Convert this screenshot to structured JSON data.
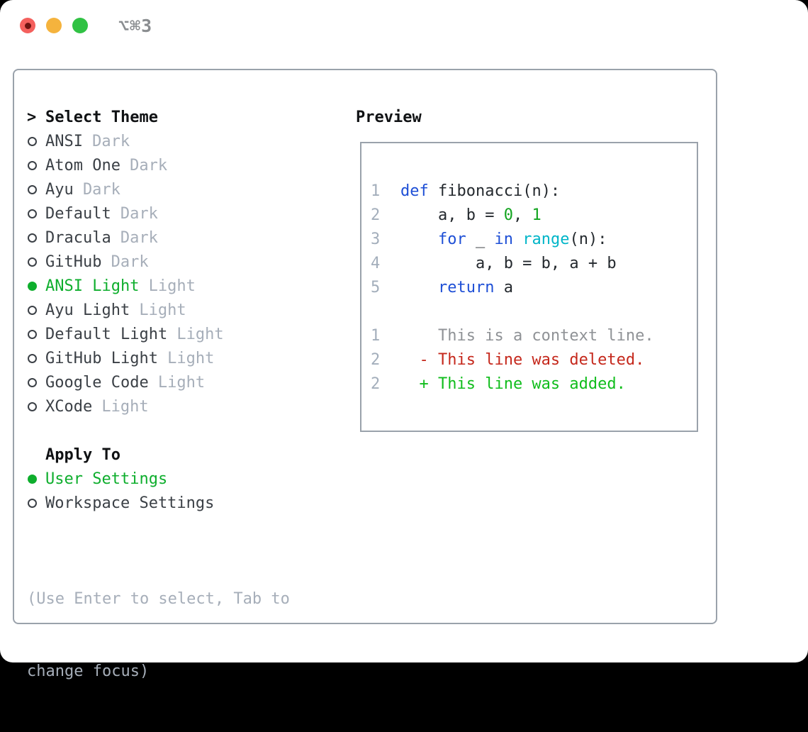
{
  "titlebar": {
    "shortcut": "⌥⌘3",
    "buttons": [
      "close",
      "minimize",
      "zoom"
    ]
  },
  "colors": {
    "plain": "#24292e",
    "keyword": "#1e4fd6",
    "builtin": "#00b5c8",
    "number": "#12a41f",
    "line_number": "#a3aebb",
    "context": "#8f9296",
    "deleted": "#c5281c",
    "added": "#10bd1c",
    "selected_green": "#0eae2d",
    "muted_gray": "#a6aeb9",
    "text_dark": "#3b4046",
    "heading": "#101214",
    "border": "#9aa2ab",
    "light_red": "#f4605d",
    "light_yellow": "#f5b33d",
    "light_green": "#31c244"
  },
  "theme_panel": {
    "prompt": ">",
    "header": "Select Theme",
    "themes": [
      {
        "name": "ANSI",
        "variant": "Dark",
        "selected": false
      },
      {
        "name": "Atom One",
        "variant": "Dark",
        "selected": false
      },
      {
        "name": "Ayu",
        "variant": "Dark",
        "selected": false
      },
      {
        "name": "Default",
        "variant": "Dark",
        "selected": false
      },
      {
        "name": "Dracula",
        "variant": "Dark",
        "selected": false
      },
      {
        "name": "GitHub",
        "variant": "Dark",
        "selected": false
      },
      {
        "name": "ANSI Light",
        "variant": "Light",
        "selected": true
      },
      {
        "name": "Ayu Light",
        "variant": "Light",
        "selected": false
      },
      {
        "name": "Default Light",
        "variant": "Light",
        "selected": false
      },
      {
        "name": "GitHub Light",
        "variant": "Light",
        "selected": false
      },
      {
        "name": "Google Code",
        "variant": "Light",
        "selected": false
      },
      {
        "name": "XCode",
        "variant": "Light",
        "selected": false
      }
    ],
    "apply_to": {
      "header": "Apply To",
      "options": [
        {
          "label": "User Settings",
          "selected": true
        },
        {
          "label": "Workspace Settings",
          "selected": false
        }
      ]
    },
    "help_lines": [
      "(Use Enter to select, Tab to",
      "change focus)"
    ]
  },
  "preview": {
    "header": "Preview",
    "lines": [
      {
        "num": "1",
        "tokens": [
          {
            "text": "def",
            "color": "keyword"
          },
          {
            "text": " fibonacci(n):",
            "color": "plain"
          }
        ]
      },
      {
        "num": "2",
        "tokens": [
          {
            "text": "    a, b = ",
            "color": "plain"
          },
          {
            "text": "0",
            "color": "number"
          },
          {
            "text": ", ",
            "color": "plain"
          },
          {
            "text": "1",
            "color": "number"
          }
        ]
      },
      {
        "num": "3",
        "tokens": [
          {
            "text": "    ",
            "color": "plain"
          },
          {
            "text": "for",
            "color": "keyword"
          },
          {
            "text": " _ ",
            "color": "plain"
          },
          {
            "text": "in",
            "color": "keyword"
          },
          {
            "text": " ",
            "color": "plain"
          },
          {
            "text": "range",
            "color": "builtin"
          },
          {
            "text": "(n):",
            "color": "plain"
          }
        ]
      },
      {
        "num": "4",
        "tokens": [
          {
            "text": "        a, b = b, a + b",
            "color": "plain"
          }
        ]
      },
      {
        "num": "5",
        "tokens": [
          {
            "text": "    ",
            "color": "plain"
          },
          {
            "text": "return",
            "color": "keyword"
          },
          {
            "text": " a",
            "color": "plain"
          }
        ]
      },
      {
        "num": "",
        "tokens": []
      },
      {
        "num": "1",
        "tokens": [
          {
            "text": "    This is a context line.",
            "color": "context"
          }
        ]
      },
      {
        "num": "2",
        "tokens": [
          {
            "text": "  - This line was deleted.",
            "color": "deleted"
          }
        ]
      },
      {
        "num": "2",
        "tokens": [
          {
            "text": "  + This line was added.",
            "color": "added"
          }
        ]
      }
    ]
  }
}
